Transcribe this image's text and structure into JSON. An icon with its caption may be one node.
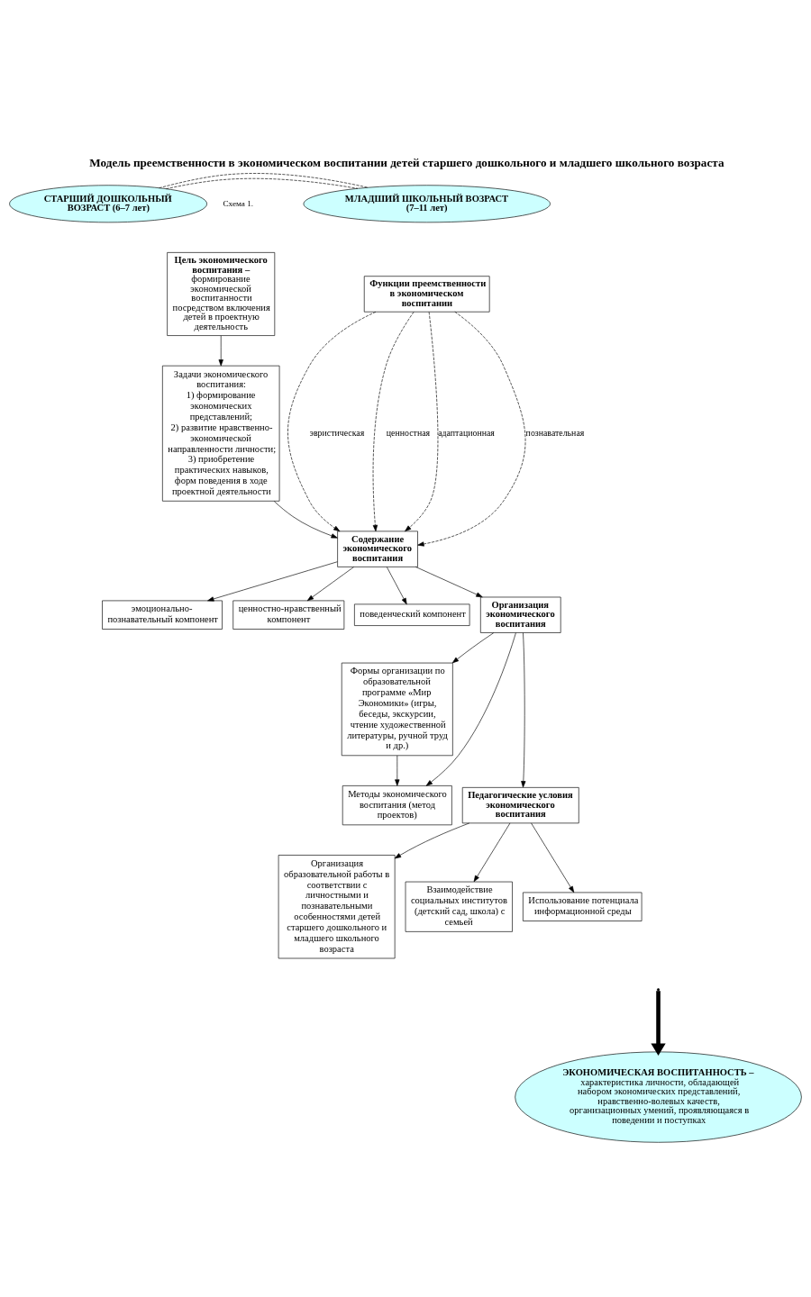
{
  "diagram": {
    "title": "Модель преемственности в экономическом воспитании детей старшего дошкольного и младшего школьного возраста",
    "nodes": [
      {
        "text": [
          "СТАРШИЙ ДОШКОЛЬНЫЙ ВОЗРАСТ (6–7 лет)"
        ]
      },
      {
        "text": [
          "МЛАДШИЙ ШКОЛЬНЫЙ ВОЗРАСТ (7–11 лет)"
        ]
      },
      {
        "text": [
          "Цель экономического воспитания –",
          "формирование экономической воспитанности посредством включения детей в проектную деятельность"
        ]
      },
      {
        "text": [
          "Задачи экономического воспитания:",
          "1) формирование экономических представлений;",
          "2) развитие нравственно-экономической направленности личности;",
          "3) приобретение практических навыков, форм поведения в ходе проектной деятельности"
        ]
      },
      {
        "text": [
          "Функции преемственности в экономическом воспитании"
        ]
      },
      {
        "text": [
          "Содержание экономического воспитания"
        ]
      },
      {
        "text": [
          "эмоционально-познавательный компонент"
        ]
      },
      {
        "text": [
          "ценностно-нравственный компонент"
        ]
      },
      {
        "text": [
          "поведенческий компонент"
        ]
      },
      {
        "text": [
          "Формы организации по образовательной программе «Мир Экономики» (игры, беседы, экскурсии, чтение художественной литературы, ручной труд и др.)"
        ]
      },
      {
        "text": [
          "Методы экономического воспитания (метод проектов)"
        ]
      },
      {
        "text": [
          "Организация экономического воспитания"
        ]
      },
      {
        "text": [
          "Педагогические условия экономического воспитания"
        ]
      },
      {
        "text": [
          "Организация образовательной работы в соответствии с личностными и познавательными особенностями детей старшего дошкольного и младшего школьного возраста"
        ]
      },
      {
        "text": [
          "Взаимодействие социальных институтов (детский сад, школа) с семьей"
        ]
      },
      {
        "text": [
          "Использование потенциала информационной среды"
        ]
      },
      {
        "text": [
          "ЭКОНОМИЧЕСКАЯ ВОСПИТАННОСТЬ –",
          "характеристика личности, обладающей набором экономических представлений, нравственно-волевых качеств, организационных умений, проявляющаяся в поведении и поступках"
        ]
      }
    ],
    "edges": [
      {
        "from": 2,
        "to": 3,
        "arrow": "to"
      },
      {
        "from": 3,
        "to": 5,
        "arrow": "to"
      },
      {
        "from": 4,
        "to": 5,
        "arrow": "to",
        "label": "познавательная",
        "style": "dashed"
      },
      {
        "from": 4,
        "to": 5,
        "arrow": "to",
        "label": "эвристическая",
        "style": "dashed"
      },
      {
        "from": 4,
        "to": 5,
        "arrow": "to",
        "label": "ценностная",
        "style": "dashed"
      },
      {
        "from": 4,
        "to": 5,
        "arrow": "to",
        "label": "адаптационная",
        "style": "dashed"
      },
      {
        "from": 5,
        "to": 6,
        "arrow": "to"
      },
      {
        "from": 5,
        "to": 7,
        "arrow": "to"
      },
      {
        "from": 5,
        "to": 8,
        "arrow": "to"
      },
      {
        "from": 5,
        "to": 11,
        "arrow": "to"
      },
      {
        "from": 11,
        "to": 9,
        "arrow": "to"
      },
      {
        "from": 11,
        "to": 10,
        "arrow": "to"
      },
      {
        "from": 9,
        "to": 10,
        "arrow": "to"
      },
      {
        "from": 11,
        "to": 12,
        "arrow": "to"
      },
      {
        "from": 12,
        "to": 13,
        "arrow": "to"
      },
      {
        "from": 12,
        "to": 14,
        "arrow": "to"
      },
      {
        "from": 12,
        "to": 15,
        "arrow": "to"
      },
      {
        "from": 0,
        "to": 1,
        "arrow": "none",
        "style": "dashed"
      },
      {
        "from": 0,
        "to": 1,
        "arrow": "none",
        "style": "dashed"
      },
      {
        "from": null,
        "to": 16,
        "arrow": "to",
        "style": "thick"
      }
    ],
    "labels": [
      "Схема 1."
    ]
  }
}
